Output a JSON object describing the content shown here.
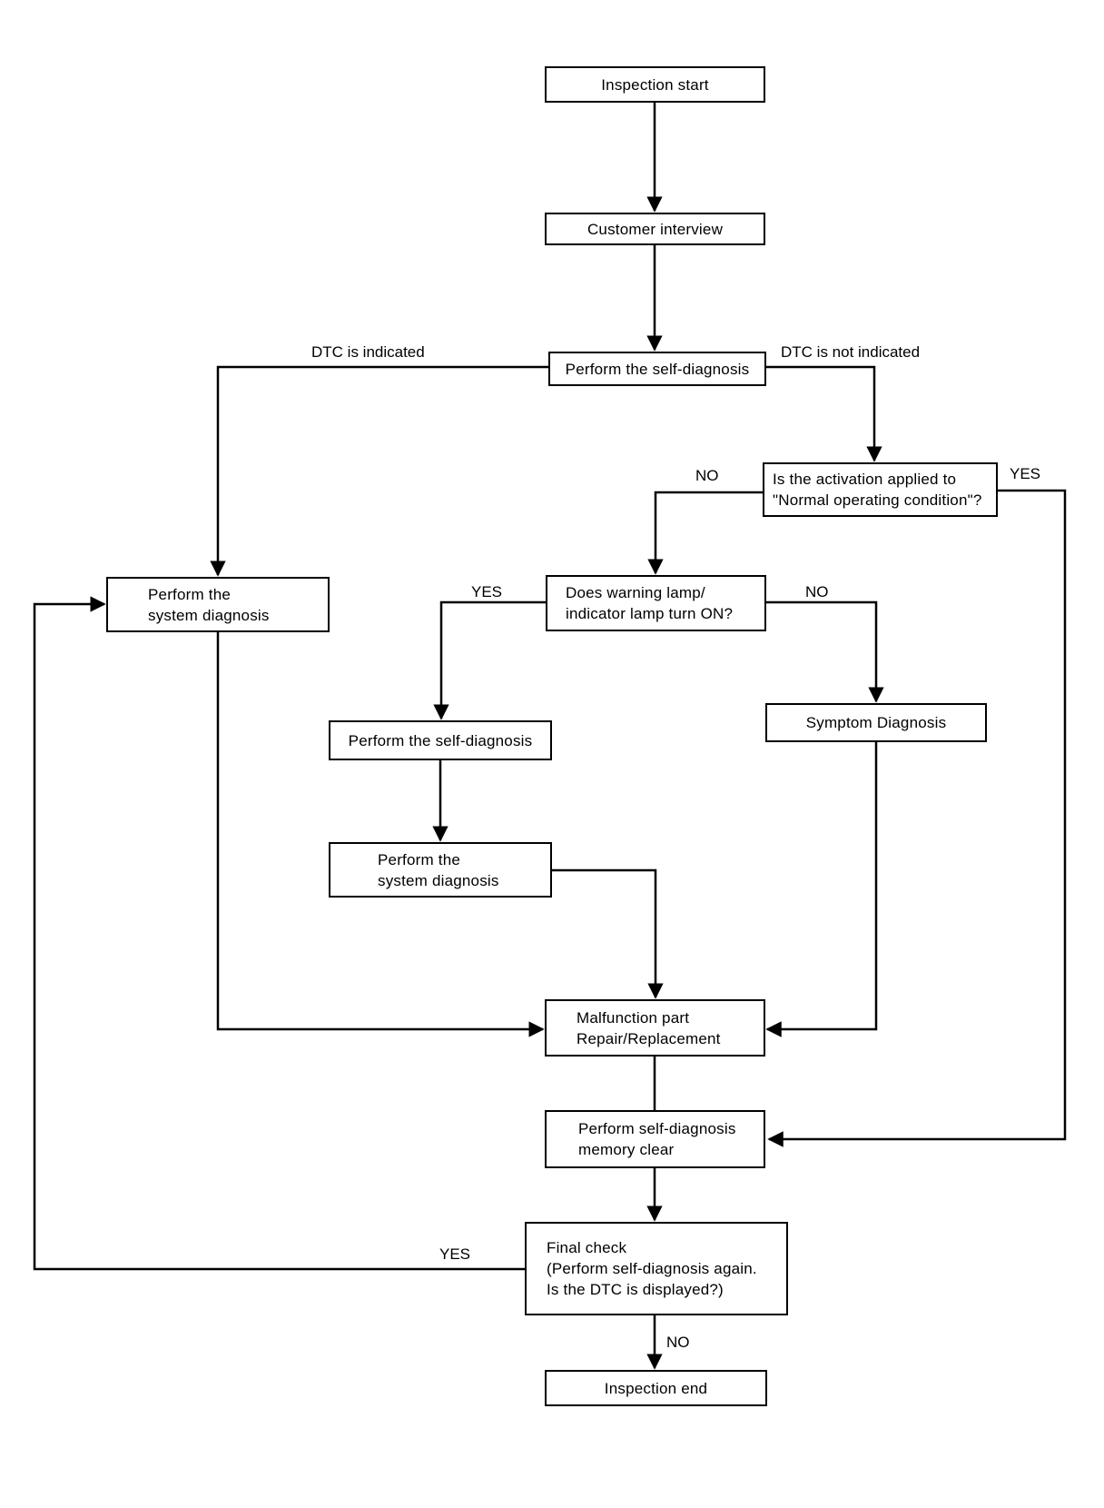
{
  "diagram": {
    "type": "flowchart",
    "colors": {
      "background": "#ffffff",
      "line": "#000000",
      "text": "#000000",
      "node_fill": "#ffffff",
      "node_border": "#000000"
    },
    "nodes": {
      "inspection_start": {
        "label": "Inspection start"
      },
      "customer_interview": {
        "label": "Customer interview"
      },
      "self_diagnosis_top": {
        "label": "Perform the self-diagnosis"
      },
      "activation_question": {
        "lines": [
          "Is the activation applied to",
          "\"Normal operating condition\"?"
        ]
      },
      "warning_lamp_question": {
        "lines": [
          "Does warning lamp/",
          "indicator lamp turn ON?"
        ]
      },
      "system_diagnosis_left": {
        "lines": [
          "Perform the",
          "system diagnosis"
        ]
      },
      "self_diagnosis_mid": {
        "label": "Perform the self-diagnosis"
      },
      "system_diagnosis_mid": {
        "lines": [
          "Perform the",
          "system diagnosis"
        ]
      },
      "symptom_diagnosis": {
        "label": "Symptom Diagnosis"
      },
      "malfunction_repair": {
        "lines": [
          "Malfunction part",
          "Repair/Replacement"
        ]
      },
      "memory_clear": {
        "lines": [
          "Perform self-diagnosis",
          "memory clear"
        ]
      },
      "final_check": {
        "lines": [
          "Final check",
          "(Perform self-diagnosis again.",
          "Is the DTC is displayed?)"
        ]
      },
      "inspection_end": {
        "label": "Inspection end"
      }
    },
    "edge_labels": {
      "dtc_indicated": "DTC is indicated",
      "dtc_not_indicated": "DTC is not indicated",
      "activation_no": "NO",
      "activation_yes": "YES",
      "warning_yes": "YES",
      "warning_no": "NO",
      "final_yes": "YES",
      "final_no": "NO"
    }
  }
}
